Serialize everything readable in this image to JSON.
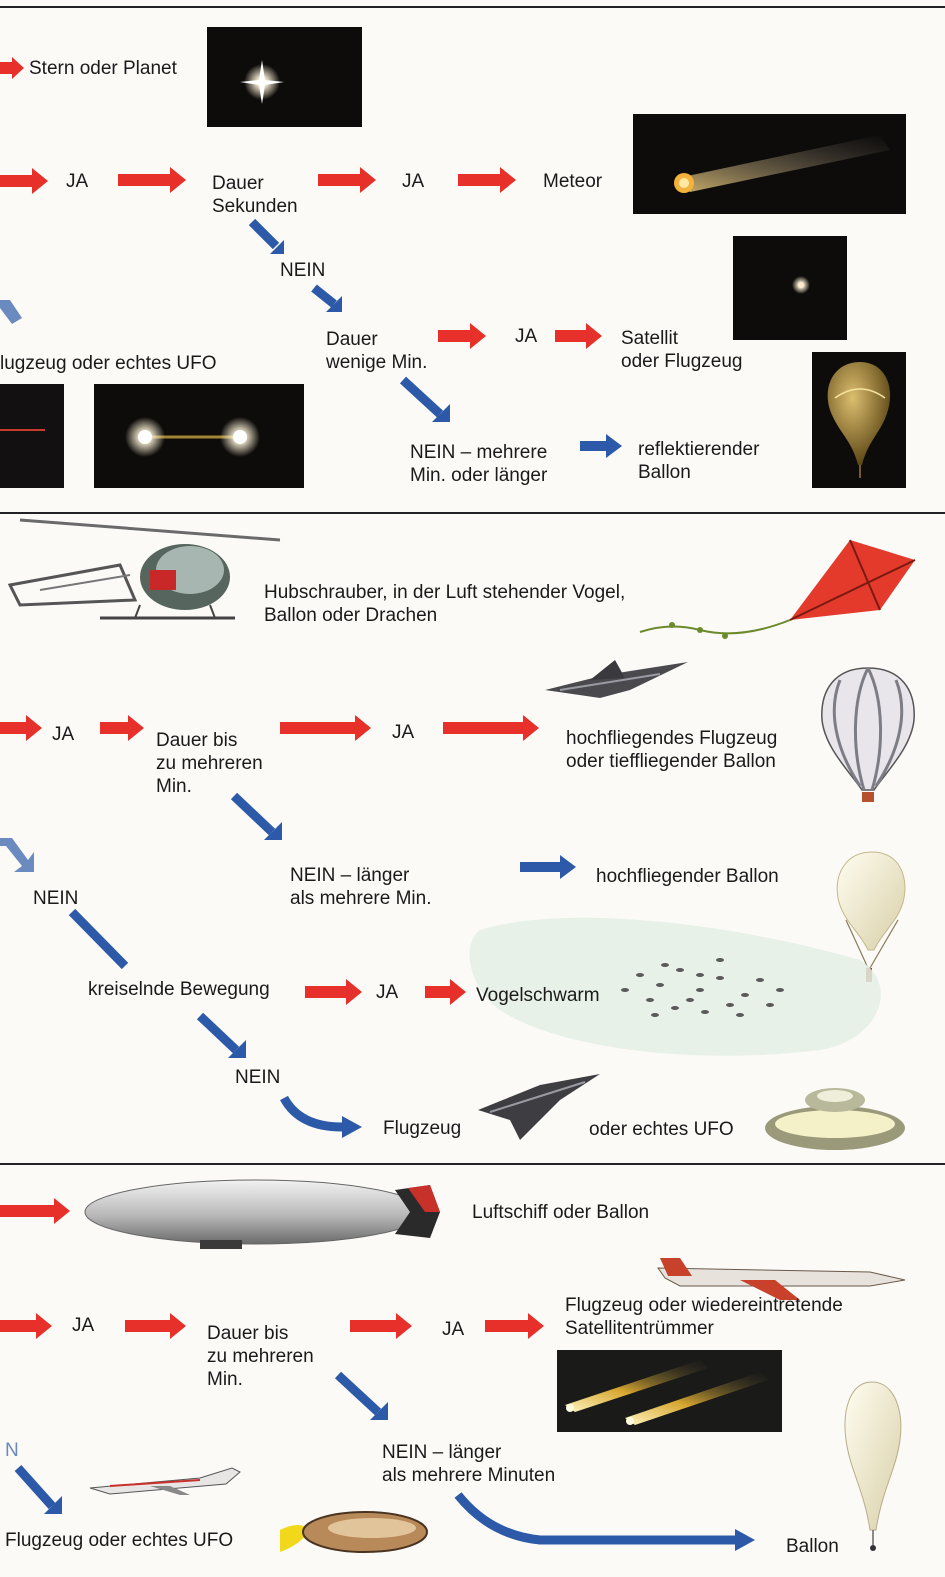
{
  "colors": {
    "red_arrow": "#e8302a",
    "blue_arrow": "#2c5aa8",
    "rule": "#222222",
    "photo_bg": "#0e0c0a"
  },
  "section1": {
    "star_label": "Stern oder Planet",
    "ja_1": "JA",
    "dauer_sekunden": "Dauer\nSekunden",
    "ja_2": "JA",
    "meteor": "Meteor",
    "nein_1": "NEIN",
    "dauer_wenige": "Dauer\nwenige Min.",
    "ja_3": "JA",
    "satellit": "Satellit\noder Flugzeug",
    "flugzeug_ufo": "lugzeug oder echtes UFO",
    "nein_mehrere": "NEIN  –  mehrere\nMin. oder länger",
    "reflektierend": "reflektierender\nBallon"
  },
  "section2": {
    "hubschrauber": "Hubschrauber, in der Luft stehender Vogel,\nBallon oder Drachen",
    "ja_1": "JA",
    "dauer_bis": "Dauer bis\nzu mehreren\nMin.",
    "ja_2": "JA",
    "hochfliegendes": "hochfliegendes Flugzeug\noder tieffliegender Ballon",
    "nein_laenger": "NEIN  –  länger\nals mehrere Min.",
    "hochfliegender_ballon": "hochfliegender Ballon",
    "nein_left": "NEIN",
    "kreiselnde": "kreiselnde Bewegung",
    "ja_3": "JA",
    "vogelschwarm": "Vogelschwarm",
    "nein_bottom": "NEIN",
    "flugzeug": "Flugzeug",
    "echtes_ufo": "oder echtes UFO"
  },
  "section3": {
    "luftschiff": "Luftschiff oder Ballon",
    "ja_1": "JA",
    "dauer_bis": "Dauer bis\nzu mehreren\nMin.",
    "ja_2": "JA",
    "flugzeug_truemmer": "Flugzeug oder wiedereintretende\nSatellitentrümmer",
    "n_cut": "N",
    "nein_laenger": "NEIN  –  länger\nals mehrere Minuten",
    "flugzeug_ufo": "Flugzeug oder echtes UFO",
    "ballon": "Ballon"
  }
}
